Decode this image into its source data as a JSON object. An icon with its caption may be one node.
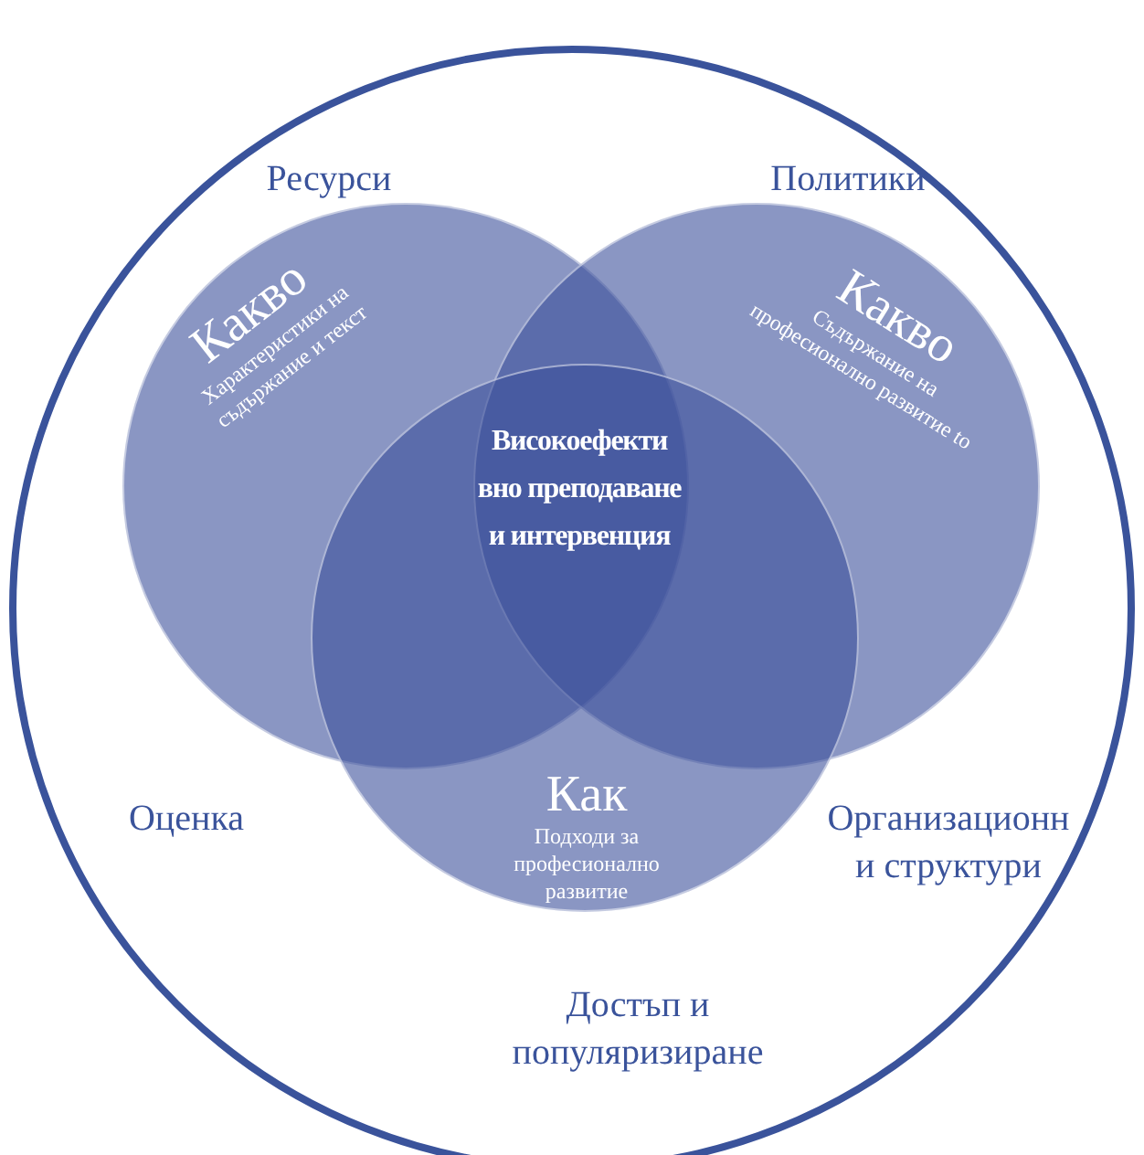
{
  "diagram": {
    "nodes": [
      {
        "text": [
          "Ресурси",
          "Политики",
          "Оценка",
          "Организационн и структури",
          "Достъп и популяризиране"
        ]
      },
      {
        "text": [
          "Какво",
          "Характеристики на съдържание и текст"
        ],
        "in": 0
      },
      {
        "text": [
          "Какво",
          "Съдържание на професионално развитие to"
        ],
        "in": 0
      },
      {
        "text": [
          "Как",
          "Подходи за професионално развитие"
        ],
        "in": 0
      }
    ],
    "labels": [
      "Високоефекти вно преподаване и интервенция"
    ]
  }
}
